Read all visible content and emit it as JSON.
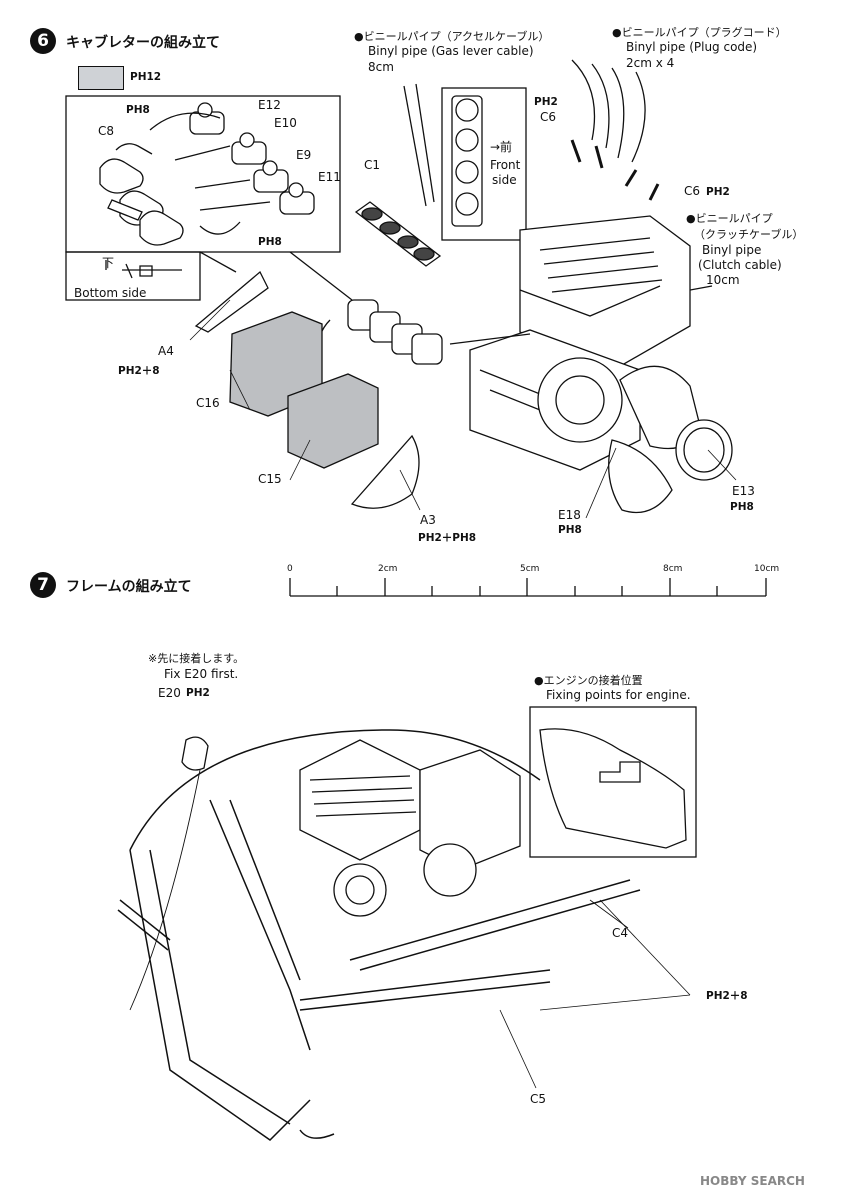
{
  "steps": [
    {
      "number": "6",
      "title": "キャブレターの組み立て"
    },
    {
      "number": "7",
      "title": "フレームの組み立て"
    }
  ],
  "step6": {
    "paint_swatch_code": "PH12",
    "paint_swatch_color": "#cfd2d6",
    "notes": {
      "gas_cable": {
        "jp": "●ビニールパイプ（アクセルケーブル）",
        "en": "Binyl pipe (Gas lever cable)",
        "size": "8cm"
      },
      "plug_code": {
        "jp": "●ビニールパイプ（プラグコード）",
        "en": "Binyl pipe (Plug code)",
        "size": "2cm x 4"
      },
      "clutch_cable": {
        "jp": "●ビニールパイプ",
        "jp2": "（クラッチケーブル）",
        "en": "Binyl pipe",
        "en2": "(Clutch cable)",
        "size": "10cm"
      }
    },
    "inset_labels": [
      "PH8",
      "E12",
      "E10",
      "C8",
      "E9",
      "E11",
      "PH8"
    ],
    "bottom_side": {
      "jp": "下",
      "en": "Bottom side"
    },
    "front_side": {
      "jp": "→前",
      "en1": "Front",
      "en2": "side"
    },
    "part_labels": {
      "c1": "C1",
      "c6a": "C6",
      "c6b": "C6",
      "a4": "A4",
      "c16": "C16",
      "c15": "C15",
      "a3": "A3",
      "e18": "E18",
      "e13": "E13"
    },
    "paint_codes": {
      "c6a": "PH2",
      "c6b": "PH2",
      "a4": "PH2＋8",
      "a3": "PH2＋PH8",
      "e18": "PH8",
      "e13": "PH8"
    }
  },
  "ruler": {
    "ticks": [
      "0",
      "2cm",
      "5cm",
      "8cm",
      "10cm"
    ]
  },
  "step7": {
    "fix_first": {
      "jp": "※先に接着します。",
      "en": "Fix E20 first.",
      "part": "E20",
      "paint": "PH2"
    },
    "engine_fix": {
      "jp": "●エンジンの接着位置",
      "en": "Fixing points for engine."
    },
    "part_labels": {
      "c4": "C4",
      "c5": "C5"
    },
    "paint_codes": {
      "frame": "PH2＋8"
    }
  },
  "watermark": "HOBBY SEARCH",
  "watermark_note": "©HOBBY SEARCH"
}
